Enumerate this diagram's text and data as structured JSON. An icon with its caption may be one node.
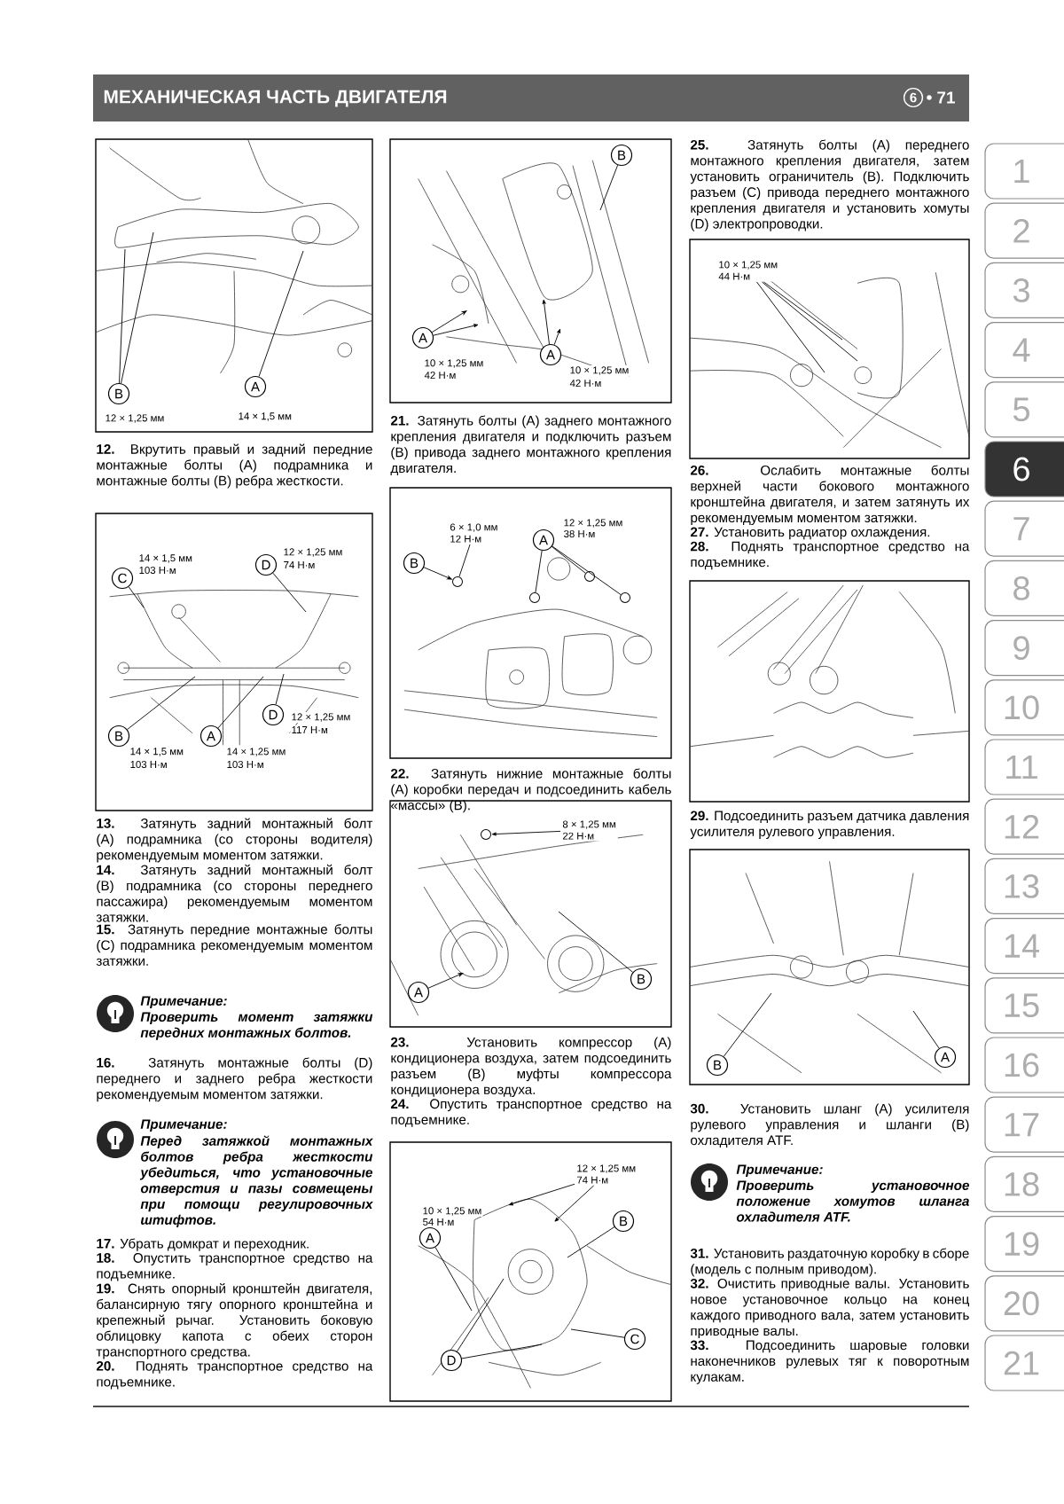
{
  "diagram": {
    "title": "МЕХАНИЧЕСКАЯ ЧАСТЬ ДВИГАТЕЛЯ",
    "nodes": [
      {
        "text": [
          "B"
        ]
      },
      {
        "text": [
          "A"
        ]
      },
      {
        "text": [
          "C"
        ]
      },
      {
        "text": [
          "D"
        ]
      },
      {
        "text": [
          "B"
        ]
      },
      {
        "text": [
          "A"
        ]
      },
      {
        "text": [
          "D"
        ]
      },
      {
        "text": [
          "B"
        ]
      },
      {
        "text": [
          "A"
        ]
      },
      {
        "text": [
          "A"
        ]
      },
      {
        "text": [
          "6 × 1,0 мм",
          "12 Н·м"
        ]
      },
      {
        "text": [
          "A"
        ]
      },
      {
        "text": [
          "B"
        ]
      },
      {
        "text": [
          "8 × 1,25 мм",
          "22 Н·м"
        ]
      },
      {
        "text": [
          "B"
        ]
      },
      {
        "text": [
          "A"
        ]
      },
      {
        "text": [
          "12 × 1,25 мм",
          "74 Н·м"
        ]
      },
      {
        "text": [
          "B"
        ]
      },
      {
        "text": [
          "A"
        ]
      },
      {
        "text": [
          "C"
        ]
      },
      {
        "text": [
          "D"
        ]
      },
      {
        "text": [
          "10 × 1,25 мм",
          "44 Н·м"
        ]
      },
      {
        "text": [
          "A"
        ]
      },
      {
        "text": [
          "B"
        ]
      },
      {
        "text": [],
        "shape": "circle"
      },
      {
        "text": [],
        "shape": "circle"
      },
      {
        "text": [],
        "shape": "circle"
      },
      {
        "text": [],
        "shape": "circle"
      },
      {
        "text": [],
        "shape": "circle"
      }
    ],
    "edges": [
      {
        "from": 0,
        "to": null,
        "arrow": "none"
      },
      {
        "from": 0,
        "to": null,
        "arrow": "none"
      },
      {
        "from": 1,
        "to": null,
        "arrow": "none"
      },
      {
        "from": 2,
        "to": null,
        "arrow": "none"
      },
      {
        "from": 3,
        "to": null,
        "arrow": "none"
      },
      {
        "from": 4,
        "to": null,
        "arrow": "none"
      },
      {
        "from": 5,
        "to": null,
        "arrow": "none"
      },
      {
        "from": 6,
        "to": null,
        "arrow": "none"
      },
      {
        "from": 7,
        "to": null,
        "arrow": "none"
      },
      {
        "from": 8,
        "to": null,
        "arrow": "to"
      },
      {
        "from": 8,
        "to": null,
        "arrow": "to"
      },
      {
        "from": 9,
        "to": null,
        "arrow": "to"
      },
      {
        "from": 9,
        "to": null,
        "arrow": "to"
      },
      {
        "from": 10,
        "to": 24,
        "arrow": "none"
      },
      {
        "from": 11,
        "to": 25,
        "arrow": "none"
      },
      {
        "from": 11,
        "to": 26,
        "arrow": "none"
      },
      {
        "from": 11,
        "to": 27,
        "arrow": "none"
      },
      {
        "from": 12,
        "to": 24,
        "arrow": "to"
      },
      {
        "from": 13,
        "to": 28,
        "arrow": "to"
      },
      {
        "from": 14,
        "to": null,
        "arrow": "none"
      },
      {
        "from": 15,
        "to": null,
        "arrow": "to"
      },
      {
        "from": 16,
        "to": null,
        "arrow": "to"
      },
      {
        "from": 16,
        "to": null,
        "arrow": "to"
      },
      {
        "from": 17,
        "to": null,
        "arrow": "none"
      },
      {
        "from": 18,
        "to": null,
        "arrow": "none"
      },
      {
        "from": 19,
        "to": null,
        "arrow": "none"
      },
      {
        "from": 20,
        "to": null,
        "arrow": "none"
      },
      {
        "from": 20,
        "to": null,
        "arrow": "none"
      },
      {
        "from": 21,
        "to": null,
        "arrow": "none"
      },
      {
        "from": 21,
        "to": null,
        "arrow": "none"
      },
      {
        "from": 21,
        "to": null,
        "arrow": "none"
      },
      {
        "from": 22,
        "to": null,
        "arrow": "none"
      },
      {
        "from": 23,
        "to": null,
        "arrow": "none"
      }
    ],
    "labels": [
      "6",
      "71",
      "12 × 1,25 мм",
      "14 × 1,5 мм",
      "**12.** Вкрутить правый и задний передние монтажные болты (A) подрамника и монтажные болты (B) ребра жесткости.",
      "14 × 1,5 мм",
      "103 Н·м",
      "12 × 1,25 мм",
      "74 Н·м",
      "12 × 1,25 мм",
      "117 Н·м",
      "14 × 1,5 мм",
      "103 Н·м",
      "14 × 1,25 мм",
      "103 Н·м",
      "**13.** Затянуть задний монтажный болт (A) подрамника (со стороны водителя) рекомендуемым моментом затяжки.",
      "**14.** Затянуть задний монтажный болт (B) подрамника (со стороны переднего пассажира) рекомендуемым моментом затяжки.",
      "**15.** Затянуть передние монтажные болты (C) подрамника рекомендуемым моментом затяжки.",
      "Примечание:",
      "Проверить момент затяжки передних монтажных болтов.",
      "**16.** Затянуть монтажные болты (D) переднего и заднего ребра жесткости рекомендуемым моментом затяжки.",
      "Примечание:",
      "Перед затяжкой монтажных болтов ребра жесткости убедиться, что установочные отверстия и пазы совмещены при помощи регулировочных штифтов.",
      "**17.** Убрать домкрат и переходник.",
      "**18.** Опустить транспортное средство на подъемнике.",
      "**19.** Снять опорный кронштейн двигателя, балансирную тягу опорного кронштейна и крепежный рычаг. Установить боковую облицовку капота с обеих сторон транспортного средства.",
      "**20.** Поднять транспортное средство на подъемнике.",
      "10 × 1,25 мм",
      "42 Н·м",
      "10 × 1,25 мм",
      "42 Н·м",
      "**21.** Затянуть болты (A) заднего монтажного крепления двигателя и подключить разъем (B) привода заднего монтажного крепления двигателя.",
      "12 × 1,25 мм",
      "38 Н·м",
      "**22.** Затянуть нижние монтажные болты (A) коробки передач и подсоединить кабель «массы» (B).",
      "**23.** Установить компрессор (A) кондиционера воздуха, затем подсоединить разъем (B) муфты компрессора кондиционера воздуха.",
      "**24.** Опустить транспортное средство на подъемнике.",
      "10 × 1,25 мм",
      "54 Н·м",
      "**25.** Затянуть болты (A) переднего монтажного крепления двигателя, затем установить ограничитель (B). Подключить разъем (C) привода переднего монтажного крепления двигателя и установить хомуты (D) электропроводки.",
      "**26.** Ослабить монтажные болты верхней части бокового монтажного кронштейна двигателя, и затем затянуть их рекомендуемым моментом затяжки.",
      "**27.** Установить радиатор охлаждения.",
      "**28.** Поднять транспортное средство на подъемнике.",
      "**29.** Подсоединить разъем датчика давления усилителя рулевого управления.",
      "**30.** Установить шланг (A) усилителя рулевого управления и шланги (B) охладителя ATF.",
      "Примечание:",
      "Проверить установочное положение хомутов шланга охладителя ATF.",
      "**31.** Установить раздаточную коробку в сборе (модель с полным приводом).",
      "**32.** Очистить приводные валы. Установить новое установочное кольцо на конец каждого приводного вала, затем установить приводные валы.",
      "**33.** Подсоединить шаровые головки наконечников рулевых тяг к поворотным кулакам.",
      "1",
      "2",
      "3",
      "4",
      "5",
      "6",
      "7",
      "8",
      "9",
      "10",
      "11",
      "12",
      "13",
      "14",
      "15",
      "16",
      "17",
      "18",
      "19",
      "20",
      "21"
    ]
  }
}
